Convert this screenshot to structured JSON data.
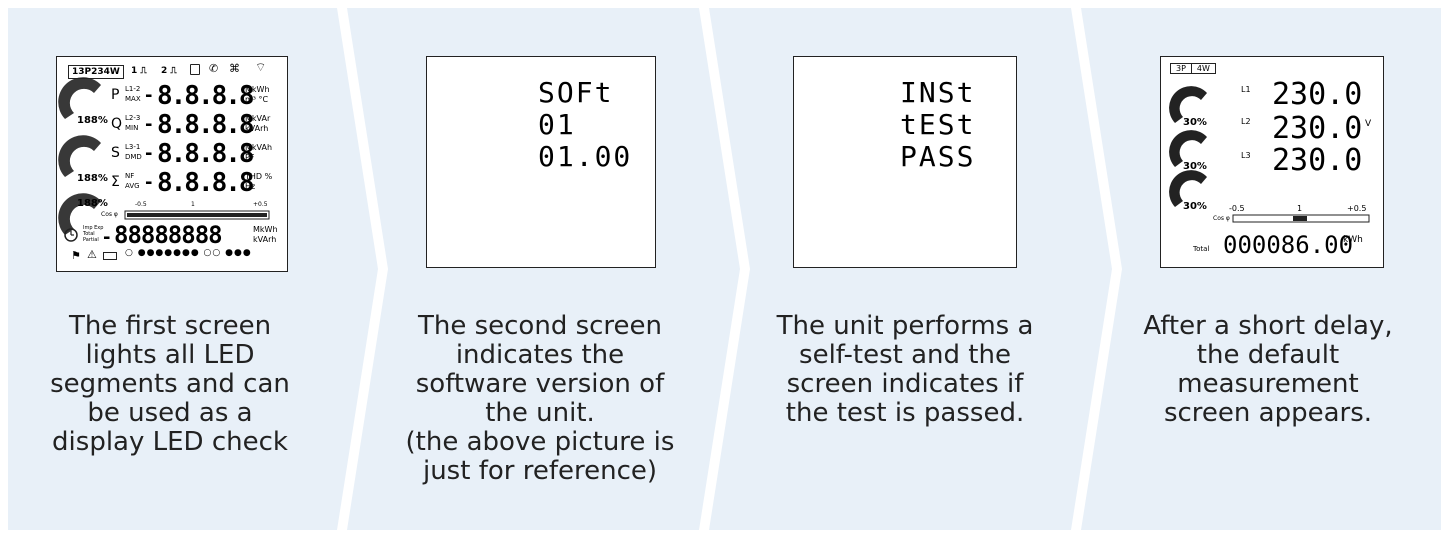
{
  "steps": [
    {
      "caption": [
        "The first screen",
        "lights all LED",
        "segments and can",
        "be used as a",
        "display LED check"
      ],
      "screen": {
        "badge": "13P234W",
        "top_marks": [
          "1 ⎍",
          "2 ⎍"
        ],
        "rows": [
          {
            "letter": "P",
            "sub_top": "L1-2",
            "sub_bot": "MAX",
            "digits": "8.8.8.8",
            "unit_top": "MkWh",
            "unit_bot": "m³ °C"
          },
          {
            "letter": "Q",
            "sub_top": "L2-3",
            "sub_bot": "MIN",
            "digits": "8.8.8.8",
            "unit_top": "MkVAr",
            "unit_bot": "kVArh"
          },
          {
            "letter": "S",
            "sub_top": "L3-1",
            "sub_bot": "DMD",
            "digits": "8.8.8.8",
            "unit_top": "MkVAh",
            "unit_bot": "PF"
          },
          {
            "letter": "Σ",
            "sub_top": "NF",
            "sub_bot": "AVG",
            "digits": "8.8.8.8",
            "unit_top": "THD %",
            "unit_bot": "Hz"
          }
        ],
        "percent": "188%",
        "cos_label": "Cos φ",
        "scale": [
          "-0.5",
          "1",
          "+0.5"
        ],
        "total_labels": [
          "Imp Exp",
          "Total",
          "Partial"
        ],
        "bottom_digits": "88888888",
        "bottom_unit_top": "MkWh",
        "bottom_unit_bot": "kVArh"
      }
    },
    {
      "caption": [
        "The second screen",
        "indicates the",
        "software version of",
        "the unit.",
        "(the above picture is",
        "just for reference)"
      ],
      "screen": {
        "lines": [
          "SOFt",
          "01",
          "01.00"
        ]
      }
    },
    {
      "caption": [
        "The unit performs a",
        "self-test and the",
        "screen indicates if",
        "the test is passed."
      ],
      "screen": {
        "lines": [
          "INSt",
          "tESt",
          "PASS"
        ]
      }
    },
    {
      "caption": [
        "After a short delay,",
        "the default",
        "measurement",
        "screen appears."
      ],
      "screen": {
        "tags": [
          "3P",
          "4W"
        ],
        "lines": [
          {
            "label": "L1",
            "value": "230.0"
          },
          {
            "label": "L2",
            "value": "230.0"
          },
          {
            "label": "L3",
            "value": "230.0"
          }
        ],
        "unit": "V",
        "percent": "30%",
        "cos_label": "Cos φ",
        "scale": [
          "-0.5",
          "1",
          "+0.5"
        ],
        "total_label": "Total",
        "total_value": "000086.00",
        "total_unit": "kWh"
      }
    }
  ],
  "colors": {
    "panel": "#e8f0f8",
    "ink": "#222222"
  }
}
